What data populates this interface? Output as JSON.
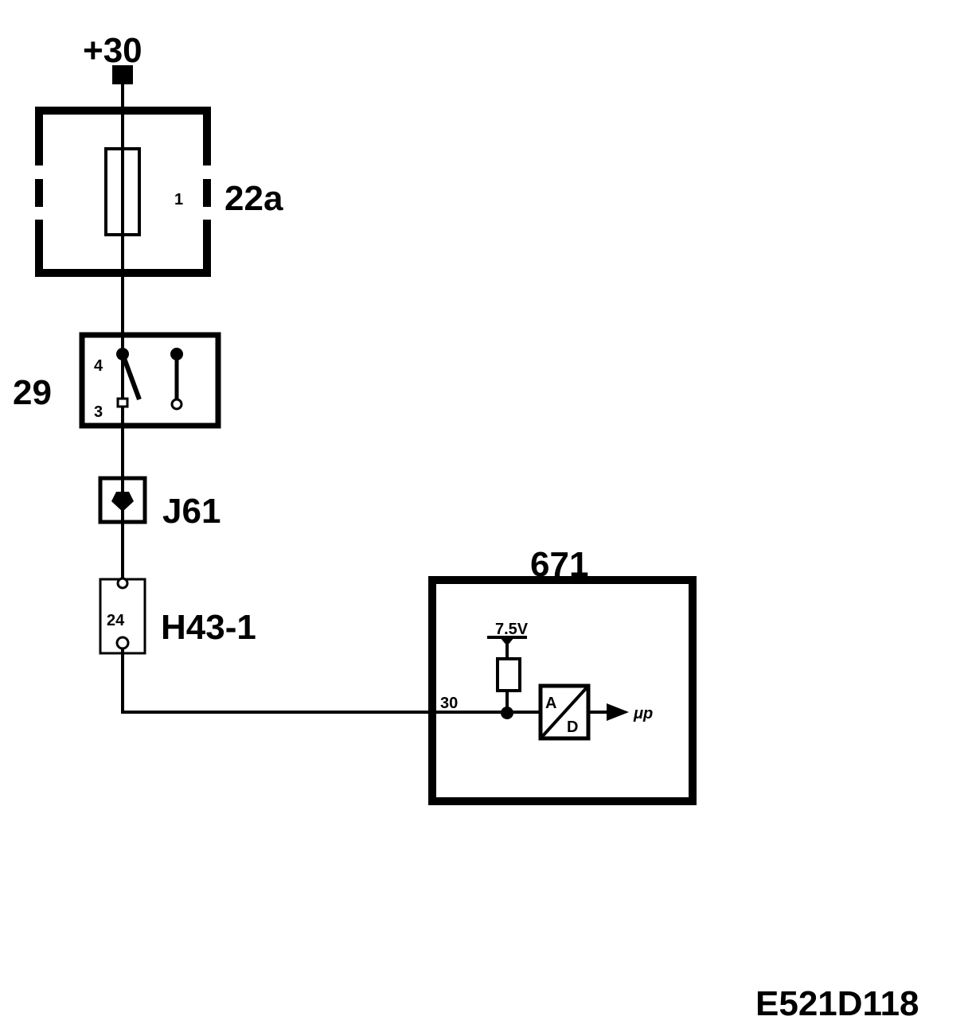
{
  "supply": {
    "label": "+30"
  },
  "fuse_box": {
    "label": "22a",
    "fuse_number": "1"
  },
  "relay": {
    "label": "29",
    "pin_top": "4",
    "pin_bottom": "3"
  },
  "splice": {
    "label": "J61"
  },
  "connector": {
    "label": "H43-1",
    "pin": "24"
  },
  "control_module": {
    "label": "671",
    "pin": "30",
    "reference_voltage": "7.5V",
    "converter_a": "A",
    "converter_d": "D",
    "output": "μp"
  },
  "figure_code": "E521D118",
  "colors": {
    "line": "#000000",
    "background": "#ffffff"
  }
}
